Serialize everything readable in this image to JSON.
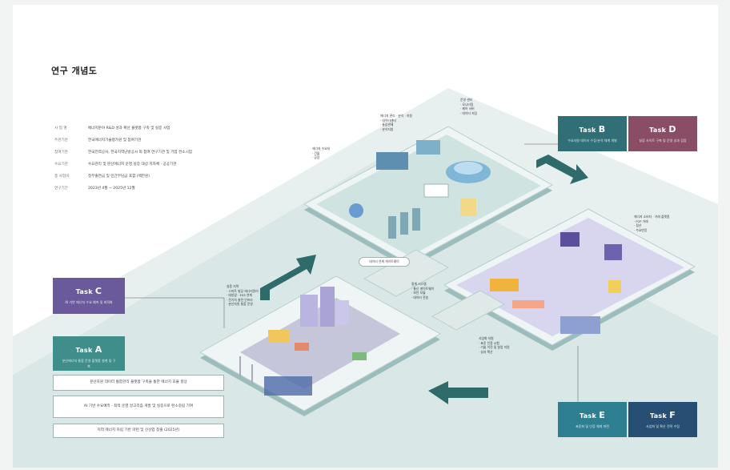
{
  "title": "연구 개념도",
  "info": [
    {
      "key": "사 업 명",
      "value": "에너지분야 R&D 성과 확산 플랫폼 구축 및 실증 사업"
    },
    {
      "key": "주관기관",
      "value": "한국에너지기술평가원 및 참여기관"
    },
    {
      "key": "참여기관",
      "value": "한국전력공사, 한국지역난방공사 외 참여 연구기관 및 기업 컨소시엄"
    },
    {
      "key": "수요기관",
      "value": "수요관리 및 분산에너지 운영 실증 대상 지자체 · 공공기관"
    },
    {
      "key": "총 사업비",
      "value": "정부출연금 및 민간부담금 포함 (백만원)"
    },
    {
      "key": "연구기간",
      "value": "2023년 4월 ~ 2025년 12월"
    }
  ],
  "panels": {
    "A": {
      "title": "Task",
      "letter": "A",
      "color": "#3f8e8c",
      "desc": "분산에너지 통합 운영 플랫폼 설계 및 구축"
    },
    "B": {
      "title": "Task",
      "letter": "B",
      "color": "#2f6f75",
      "desc": "수요자원 데이터 수집·분석 체계 개발"
    },
    "C": {
      "title": "Task",
      "letter": "C",
      "color": "#6a5a9c",
      "desc": "AI 기반 에너지 수요 예측 및 최적화"
    },
    "D": {
      "title": "Task",
      "letter": "D",
      "color": "#8a4d66",
      "desc": "실증 사이트 구축 및 운영 성과 검증"
    },
    "E": {
      "title": "Task",
      "letter": "E",
      "color": "#2f7f92",
      "desc": "표준화 및 인증 체계 마련"
    },
    "F": {
      "title": "Task",
      "letter": "F",
      "color": "#274f73",
      "desc": "사업화 및 확산 전략 수립"
    }
  },
  "callouts": [
    "분산자원 데이터 통합관리 플랫폼 구축을 통한 에너지 효율 향상",
    "AI 기반 수요예측 · 최적 운영 알고리즘 개발 및 실증으로 탄소중립 기여",
    "지역 에너지 자립 기반 마련 및 신산업 창출 (2025년)"
  ],
  "zone_labels": {
    "top": [
      "에너지 관리 · 분석 · 지원",
      "· 데이터센터",
      "· 통합관제",
      "· 분석지원"
    ],
    "top2": [
      "운영 센터",
      "· 모니터링",
      "· 제어 서버",
      "· 데이터 저장"
    ],
    "left_top": [
      "에너지 수요처",
      "· 건물",
      "· 공장"
    ],
    "city": [
      "실증 지역",
      "· 스마트 빌딩 에너지관리",
      "· 태양광 · ESS 연계",
      "· 전기차 충전 인프라",
      "· 분산자원 통합 운영"
    ],
    "mid": [
      "중계 시스템",
      "· 통신 게이트웨이",
      "· 보안 모듈",
      "· 데이터 전송"
    ],
    "right": [
      "에너지 소비자 · 거래 플랫폼",
      "· P2P 거래",
      "· 정산",
      "· 수요반응"
    ],
    "bottom": [
      "사업화 지원",
      "· 표준 인증 시험",
      "· 기술 이전 및 창업 지원",
      "· 성과 확산"
    ],
    "pill": "데이터 연계 게이트웨이"
  }
}
